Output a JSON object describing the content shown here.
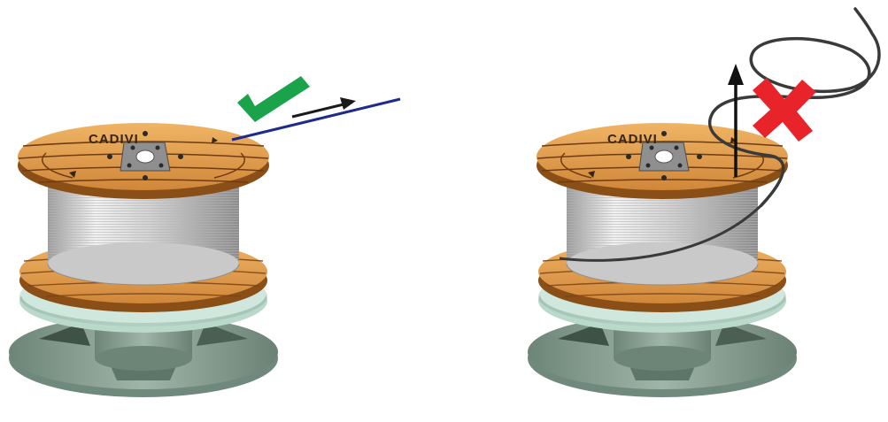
{
  "panels": [
    {
      "id": "correct",
      "reel_brand": "CADIVI",
      "verdict_icon": "check-mark-icon",
      "verdict_color": "#1aa34a",
      "cable_color": "#1f2a8a"
    },
    {
      "id": "incorrect",
      "reel_brand": "CADIVI",
      "verdict_icon": "cross-mark-icon",
      "verdict_color": "#e8242a",
      "cable_color": "#3a3a3a"
    }
  ],
  "colors": {
    "wood": "#d9913f",
    "wood_dark": "#8a4e17",
    "wire": "#d8d8d8",
    "stand": "#7f978a",
    "stand_plate": "#cfe7dc"
  }
}
